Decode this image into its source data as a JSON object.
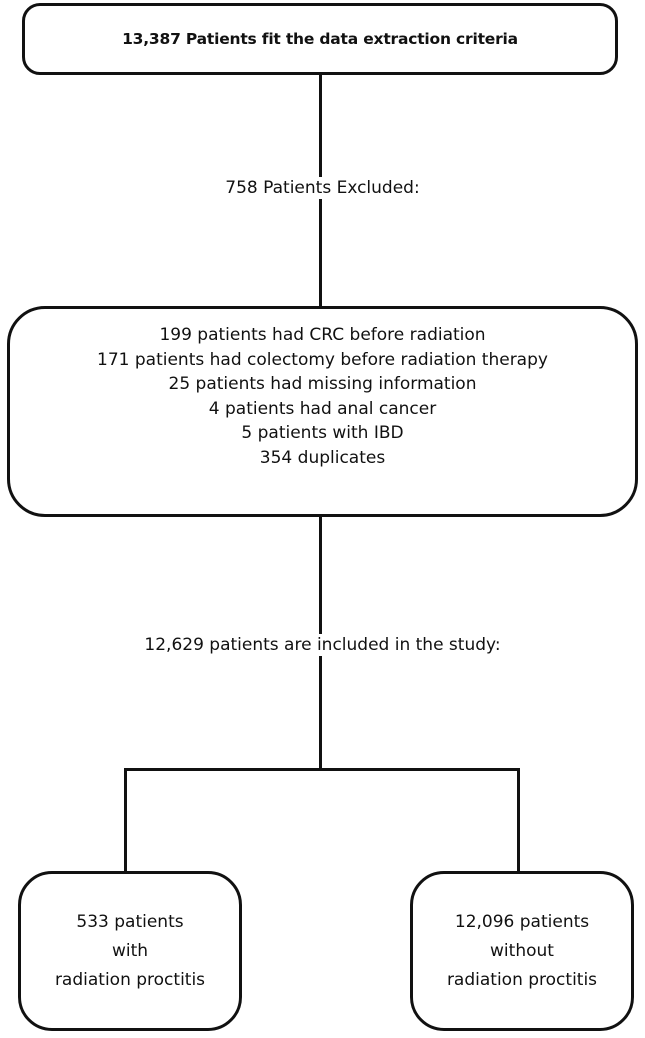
{
  "flowchart": {
    "top_box": "13,387 Patients fit the data extraction criteria",
    "excluded_label": "758 Patients Excluded:",
    "exclusion_reasons": [
      "199 patients had CRC before radiation",
      "171 patients had colectomy before radiation therapy",
      "25 patients had missing information",
      "4 patients had anal cancer",
      "5 patients with IBD",
      "354 duplicates"
    ],
    "included_label": "12,629 patients are included in the study:",
    "left_box": [
      "533 patients",
      "with",
      "radiation proctitis"
    ],
    "right_box": [
      "12,096 patients",
      "without",
      "radiation proctitis"
    ]
  }
}
